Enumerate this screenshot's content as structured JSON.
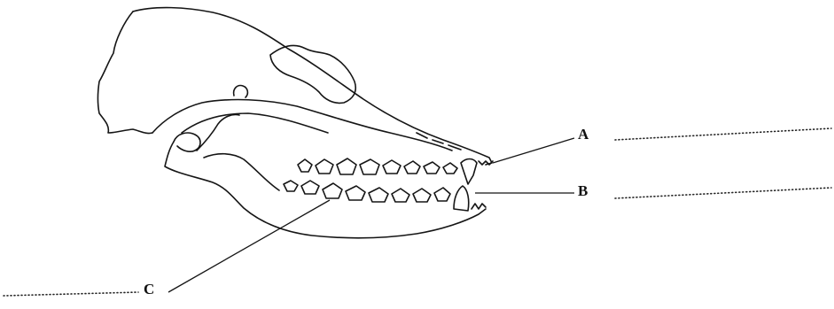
{
  "labels": {
    "a": "A",
    "b": "B",
    "c": "C"
  },
  "colors": {
    "ink": "#151515",
    "background": "#ffffff"
  }
}
